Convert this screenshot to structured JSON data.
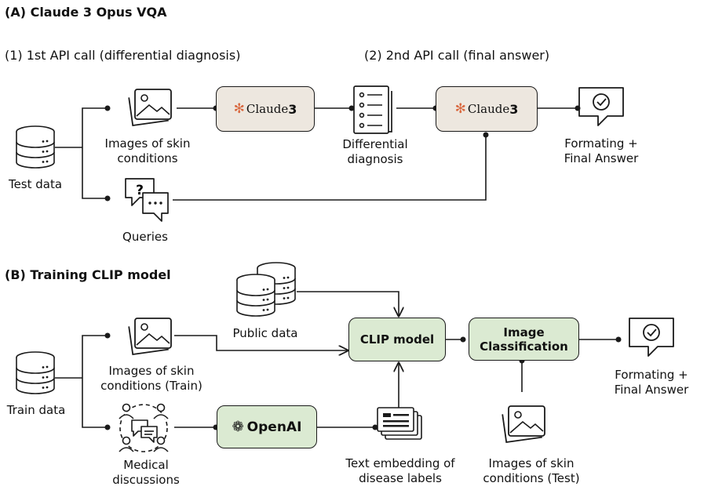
{
  "section_a": {
    "title": "(A) Claude 3 Opus VQA",
    "call1": "(1) 1st API call (differential diagnosis)",
    "call2": "(2) 2nd API call (final answer)",
    "test_data": "Test data",
    "images_line1": "Images of skin",
    "images_line2": "conditions",
    "queries": "Queries",
    "claude_brand": "Claude",
    "claude_version": "3",
    "differential_line1": "Differential",
    "differential_line2": "diagnosis",
    "final_line1": "Formating +",
    "final_line2": "Final Answer"
  },
  "section_b": {
    "title": "(B) Training CLIP model",
    "train_data": "Train data",
    "images_train_line1": "Images of skin",
    "images_train_line2": "conditions (Train)",
    "medical_line1": "Medical",
    "medical_line2": "discussions",
    "public_data": "Public data",
    "clip_model": "CLIP model",
    "image_class_line1": "Image",
    "image_class_line2": "Classification",
    "openai": "OpenAI",
    "text_emb_line1": "Text embedding of",
    "text_emb_line2": "disease labels",
    "images_test_line1": "Images of skin",
    "images_test_line2": "conditions (Test)",
    "final_line1": "Formating +",
    "final_line2": "Final Answer"
  },
  "icons": [
    "database-icon",
    "image-icon",
    "chat-question-icon",
    "list-icon",
    "chat-check-icon",
    "people-discussion-icon",
    "documents-icon"
  ],
  "colors": {
    "claude_box": "#ede7df",
    "claude_star": "#d9683f",
    "green_box": "#dbead2"
  }
}
